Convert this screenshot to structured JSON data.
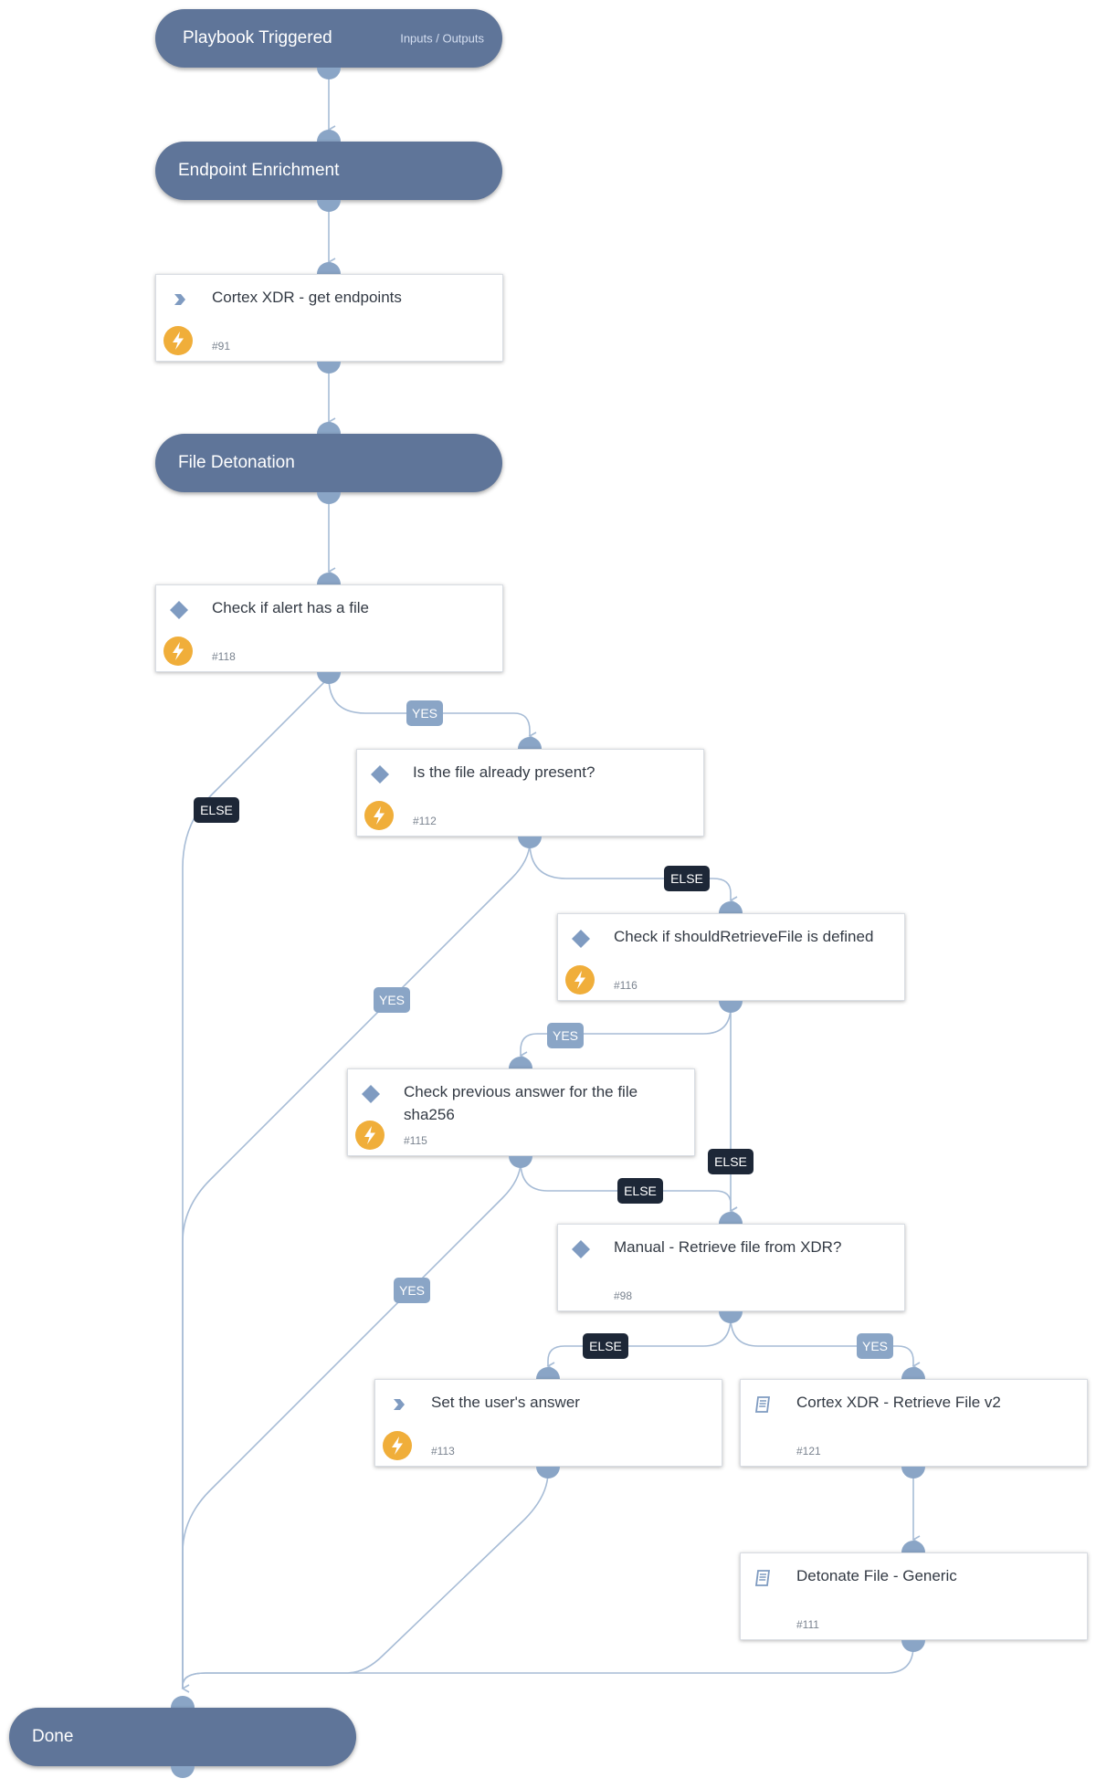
{
  "colors": {
    "pill": "#5f7599",
    "connector": "#a7bcd6",
    "port": "#8aa5c6",
    "yes_label": "#8aa5c6",
    "else_label": "#1d2737",
    "bolt": "#f0ae3a"
  },
  "nodes": {
    "playbook_triggered": {
      "title": "Playbook Triggered",
      "link": "Inputs / Outputs"
    },
    "endpoint_enrichment": {
      "title": "Endpoint Enrichment"
    },
    "get_endpoints": {
      "title": "Cortex XDR - get endpoints",
      "id": "#91",
      "icon": "chevron-right-icon"
    },
    "file_detonation": {
      "title": "File Detonation"
    },
    "check_alert_file": {
      "title": "Check if alert has a file",
      "id": "#118",
      "icon": "diamond-icon"
    },
    "file_present": {
      "title": "Is the file already present?",
      "id": "#112",
      "icon": "diamond-icon"
    },
    "should_retrieve": {
      "title": "Check if shouldRetrieveFile is defined",
      "id": "#116",
      "icon": "diamond-icon"
    },
    "prev_answer": {
      "title": "Check previous answer for the file sha256",
      "id": "#115",
      "icon": "diamond-icon"
    },
    "manual_retrieve": {
      "title": "Manual - Retrieve file from XDR?",
      "id": "#98",
      "icon": "diamond-icon"
    },
    "set_answer": {
      "title": "Set the user's answer",
      "id": "#113",
      "icon": "chevron-right-icon"
    },
    "retrieve_file_v2": {
      "title": "Cortex XDR - Retrieve File v2",
      "id": "#121",
      "icon": "book-icon"
    },
    "detonate_generic": {
      "title": "Detonate File - Generic",
      "id": "#111",
      "icon": "book-icon"
    },
    "done": {
      "title": "Done"
    }
  },
  "labels": {
    "yes": "YES",
    "else": "ELSE"
  }
}
